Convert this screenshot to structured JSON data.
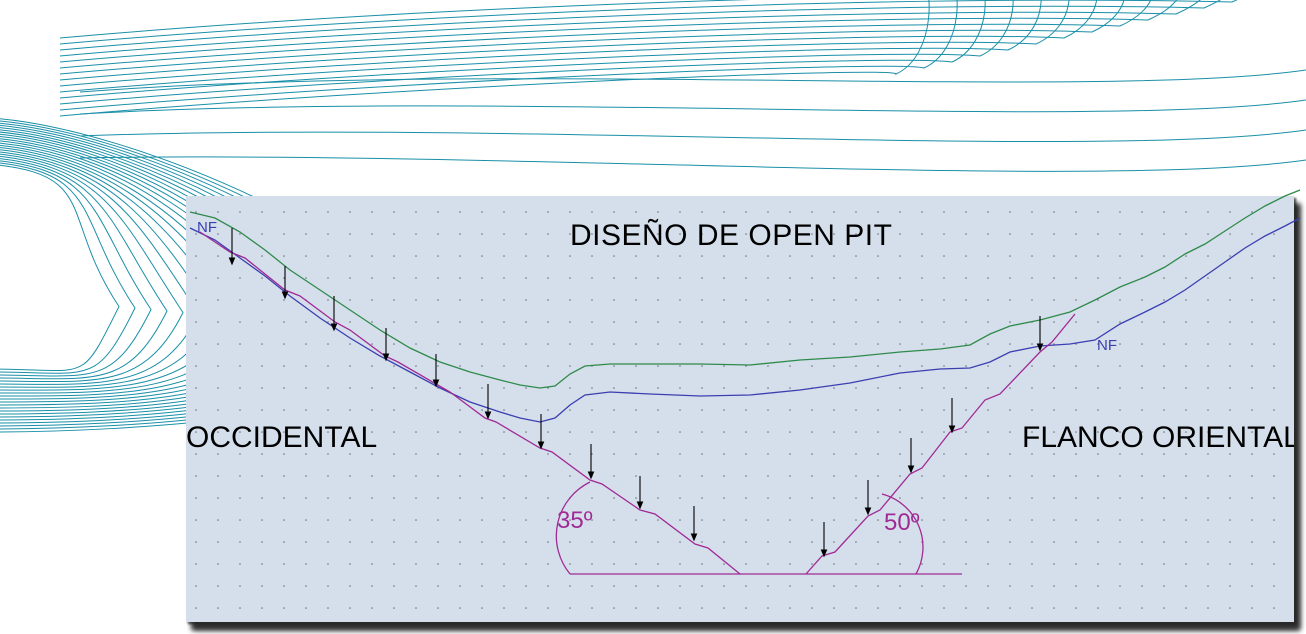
{
  "diagram": {
    "title": "DISEÑO DE OPEN PIT",
    "west_flank_label": "OCCIDENTAL",
    "east_flank_label": "FLANCO ORIENTAL",
    "water_table_label_west": "NF",
    "water_table_label_east": "NF",
    "west_slope_angle": "35º",
    "east_slope_angle": "50º"
  },
  "colors": {
    "panel_background": "#d5dfec",
    "terrain_line": "#2f8a4a",
    "water_table_line": "#3b3fb0",
    "pit_outline": "#a02a94",
    "contour_lines": "#1a8fa8"
  }
}
